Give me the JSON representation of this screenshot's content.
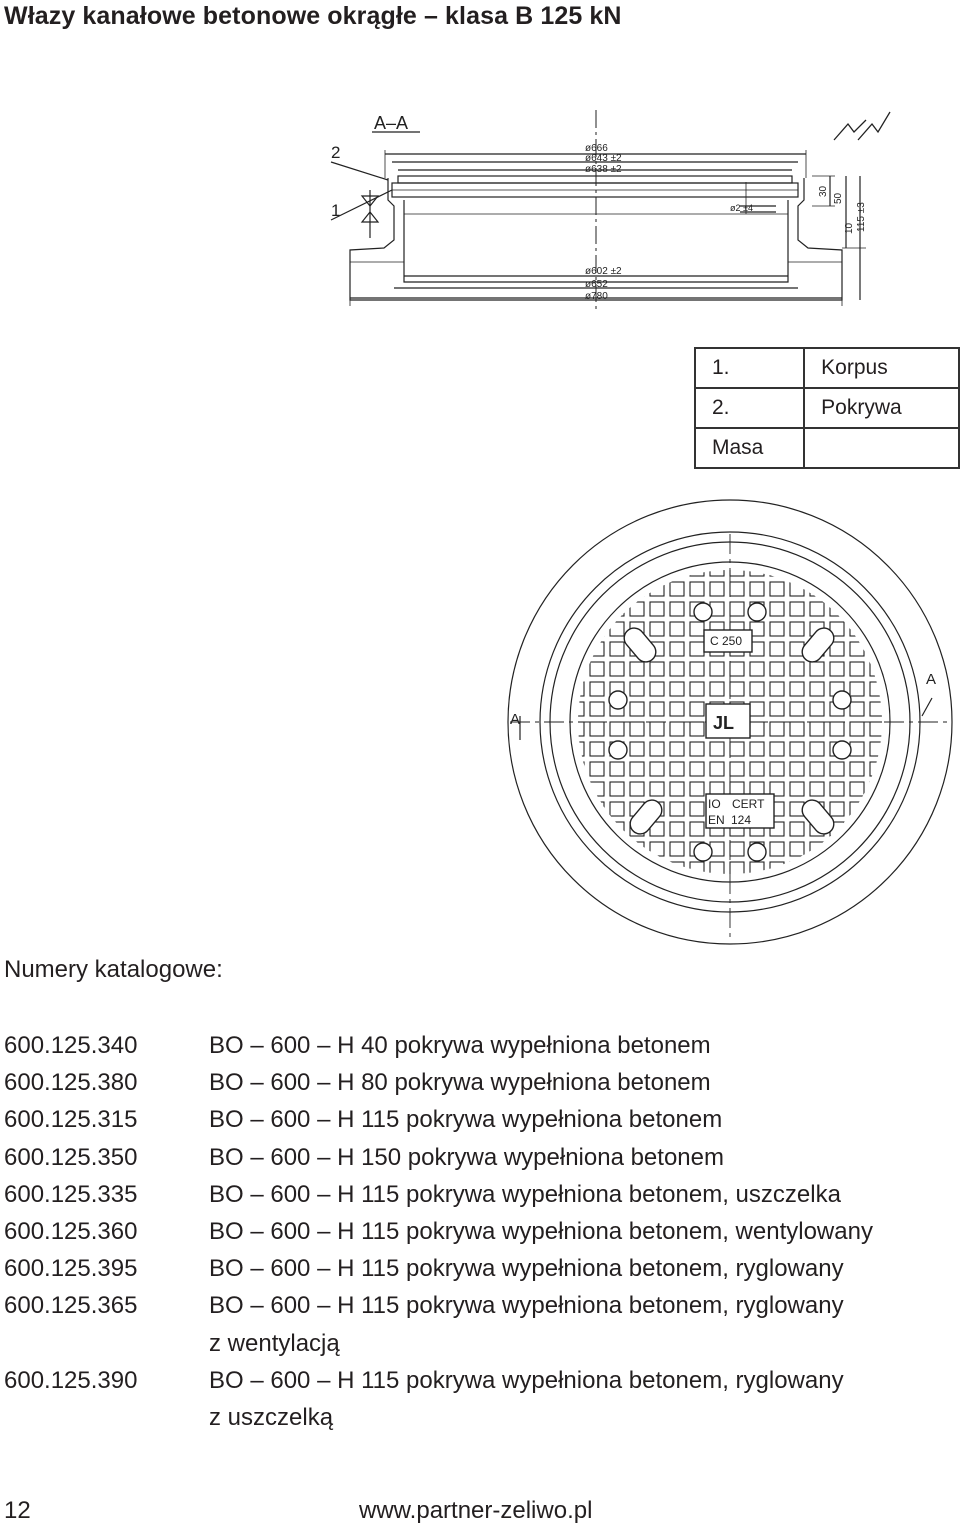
{
  "title": "Włazy kanałowe betonowe okrągłe – klasa B 125 kN",
  "section_drawing": {
    "section_label": "A–A",
    "callouts": [
      "2",
      "1"
    ],
    "dims_top": [
      "ø666",
      "ø643 ±2",
      "ø638 ±2"
    ],
    "dims_bottom": [
      "ø602 ±2",
      "ø652",
      "ø780"
    ],
    "dims_right": [
      "30",
      "50",
      "10",
      "115 ±3"
    ],
    "dim_small": "ø2 ±4",
    "surface_symbol": "▽/▽/"
  },
  "parts_table": {
    "rows": [
      {
        "num": "1.",
        "name": "Korpus"
      },
      {
        "num": "2.",
        "name": "Pokrywa"
      },
      {
        "num": "Masa",
        "name": ""
      }
    ]
  },
  "plan_drawing": {
    "marks": {
      "class": "C 250",
      "logo": "JL",
      "cert1": "IO",
      "cert2": "CERT",
      "norm1": "EN",
      "norm2": "124"
    },
    "section_left": "A",
    "section_right": "A"
  },
  "catalog_heading": "Numery katalogowe:",
  "catalog": [
    {
      "code": "600.125.340",
      "desc": "BO – 600 – H 40 pokrywa wypełniona betonem"
    },
    {
      "code": "600.125.380",
      "desc": "BO – 600 – H 80 pokrywa wypełniona betonem"
    },
    {
      "code": "600.125.315",
      "desc": "BO – 600 – H 115 pokrywa wypełniona betonem"
    },
    {
      "code": "600.125.350",
      "desc": "BO – 600 – H 150 pokrywa wypełniona betonem"
    },
    {
      "code": "600.125.335",
      "desc": "BO – 600 – H 115 pokrywa wypełniona betonem, uszczelka"
    },
    {
      "code": "600.125.360",
      "desc": "BO – 600 – H 115 pokrywa wypełniona betonem, wentylowany"
    },
    {
      "code": "600.125.395",
      "desc": "BO – 600 – H 115 pokrywa wypełniona betonem, ryglowany"
    },
    {
      "code": "600.125.365",
      "desc": "BO – 600 – H 115 pokrywa wypełniona betonem, ryglowany"
    },
    {
      "code": "",
      "desc": "z wentylacją"
    },
    {
      "code": "600.125.390",
      "desc": "BO – 600 – H 115 pokrywa wypełniona betonem, ryglowany"
    },
    {
      "code": "",
      "desc": "z uszczelką"
    }
  ],
  "footer": {
    "page": "12",
    "url": "www.partner-zeliwo.pl"
  }
}
